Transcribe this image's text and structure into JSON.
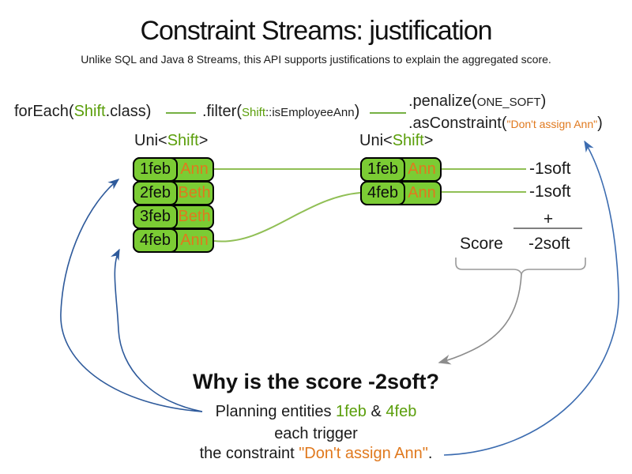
{
  "title": "Constraint Streams: justification",
  "subtitle": "Unlike SQL and Java 8 Streams, this API supports justifications to explain the aggregated score.",
  "code": {
    "foreach_prefix": "forEach(",
    "foreach_class": "Shift",
    "foreach_suffix": ".class)",
    "filter_prefix": ".filter(",
    "filter_class": "Shift",
    "filter_rest": "::isEmployeeAnn",
    "filter_close": ")",
    "penalize_prefix": ".penalize(",
    "penalize_arg": "ONE_SOFT",
    "penalize_close": ")",
    "asconstraint_prefix": ".asConstraint(",
    "asconstraint_arg": "\"Don't assign Ann\"",
    "asconstraint_close": ")"
  },
  "left_stream": {
    "label_prefix": "Uni<",
    "label_type": "Shift",
    "label_suffix": ">",
    "rows": [
      {
        "date": "1feb",
        "name": "Ann"
      },
      {
        "date": "2feb",
        "name": "Beth"
      },
      {
        "date": "3feb",
        "name": "Beth"
      },
      {
        "date": "4feb",
        "name": "Ann"
      }
    ]
  },
  "right_stream": {
    "label_prefix": "Uni<",
    "label_type": "Shift",
    "label_suffix": ">",
    "rows": [
      {
        "date": "1feb",
        "name": "Ann",
        "penalty": "-1soft"
      },
      {
        "date": "4feb",
        "name": "Ann",
        "penalty": "-1soft"
      }
    ]
  },
  "score": {
    "plus": "+",
    "label": "Score",
    "value": "-2soft"
  },
  "why": {
    "heading": "Why is the score -2soft?",
    "line1_prefix": "Planning entities ",
    "entity1": "1feb",
    "line1_amp": " & ",
    "entity2": "4feb",
    "line2": "each trigger",
    "line3_prefix": "the constraint ",
    "line3_constraint": "\"Don't assign Ann\"",
    "line3_suffix": "."
  },
  "colors": {
    "box_green": "#7bcc34",
    "text_green": "#5a9e0a",
    "line_green": "#90bf55",
    "orange": "#e0791e",
    "arrow_blue": "#2e5a9b",
    "gray": "#8c8c8c"
  }
}
